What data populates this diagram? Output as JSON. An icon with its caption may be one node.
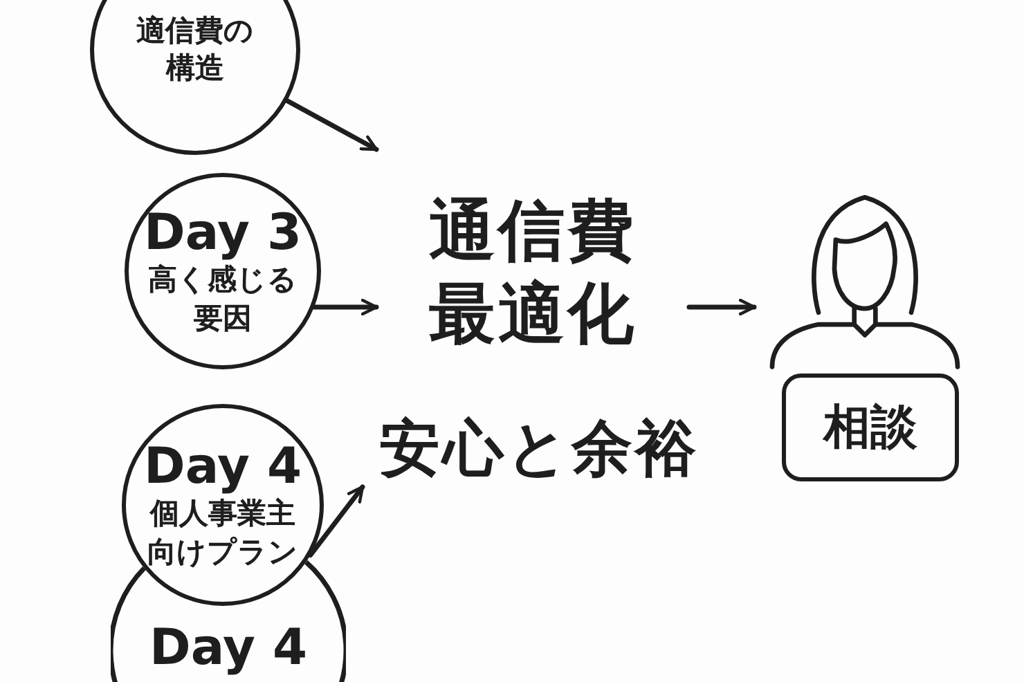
{
  "diagram": {
    "nodes": [
      {
        "text": [
          "適信費の構造"
        ]
      },
      {
        "text": [
          "Day 3",
          "高く感じる要因"
        ]
      },
      {
        "text": [
          "Day 4",
          "個人事業主向けプラン"
        ]
      },
      {
        "text": [
          "Day 4"
        ]
      },
      {
        "text": [
          "通信費最適化"
        ]
      },
      {
        "text": [
          "安心と余裕"
        ]
      },
      {
        "text": [],
        "shape": "person"
      },
      {
        "text": [
          "相談"
        ]
      }
    ],
    "edges": [
      {
        "from": 0,
        "to": 4,
        "arrow": "to"
      },
      {
        "from": 1,
        "to": 4,
        "arrow": "to"
      },
      {
        "from": 2,
        "to": 5,
        "arrow": "to"
      },
      {
        "from": 4,
        "to": 6,
        "arrow": "to"
      }
    ]
  }
}
